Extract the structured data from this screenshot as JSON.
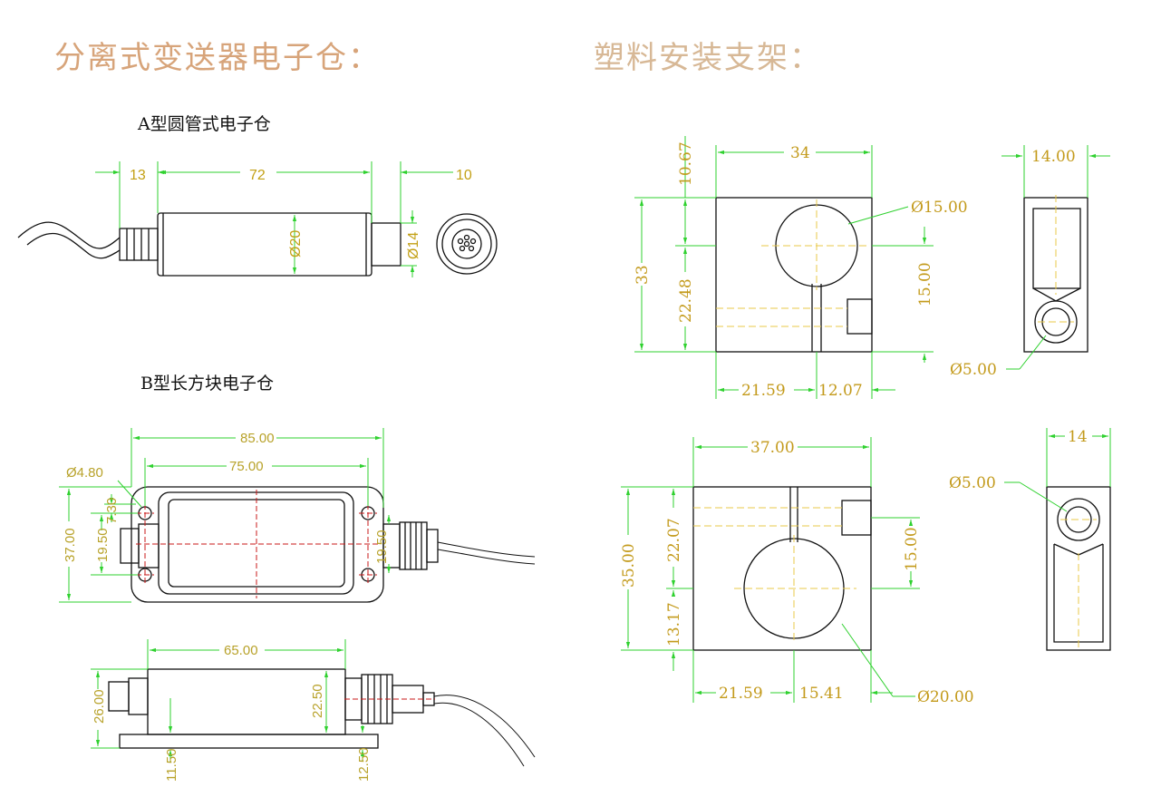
{
  "titles": {
    "left": "分离式变送器电子仓：",
    "right": "塑料安装支架："
  },
  "subtitles": {
    "type_a": "A型圆管式电子仓",
    "type_b": "B型长方块电子仓"
  },
  "type_a_dims": {
    "d13": "13",
    "d72": "72",
    "d10": "10",
    "d20": "Ø20",
    "d14": "Ø14"
  },
  "type_b_top_dims": {
    "d85": "85.00",
    "d75": "75.00",
    "d480": "Ø4.80",
    "d730": "7.30",
    "d37": "37.00",
    "d1950a": "19.50",
    "d1950b": "19.50"
  },
  "type_b_side_dims": {
    "d65": "65.00",
    "d26": "26.00",
    "d2250": "22.50",
    "d1150": "11.50",
    "d1250": "12.50"
  },
  "bracket_small_dims": {
    "d34": "34",
    "d1067": "10.67",
    "d15dia": "Ø15.00",
    "d33": "33",
    "d2248": "22.48",
    "d15": "15.00",
    "d2159": "21.59",
    "d1207": "12.07",
    "d14": "14.00",
    "d5dia": "Ø5.00"
  },
  "bracket_large_dims": {
    "d37": "37.00",
    "d35": "35.00",
    "d2207": "22.07",
    "d1317": "13.17",
    "d15": "15.00",
    "d2159": "21.59",
    "d1541": "15.41",
    "d20dia": "Ø20.00",
    "d14": "14",
    "d5dia": "Ø5.00"
  },
  "colors": {
    "dimension_line": "#2fd12f",
    "dimension_text": "#c3a015",
    "outline": "#111111",
    "centerline": "#c81818",
    "title_left": "#d7a47a",
    "title_right": "#d7b896"
  }
}
